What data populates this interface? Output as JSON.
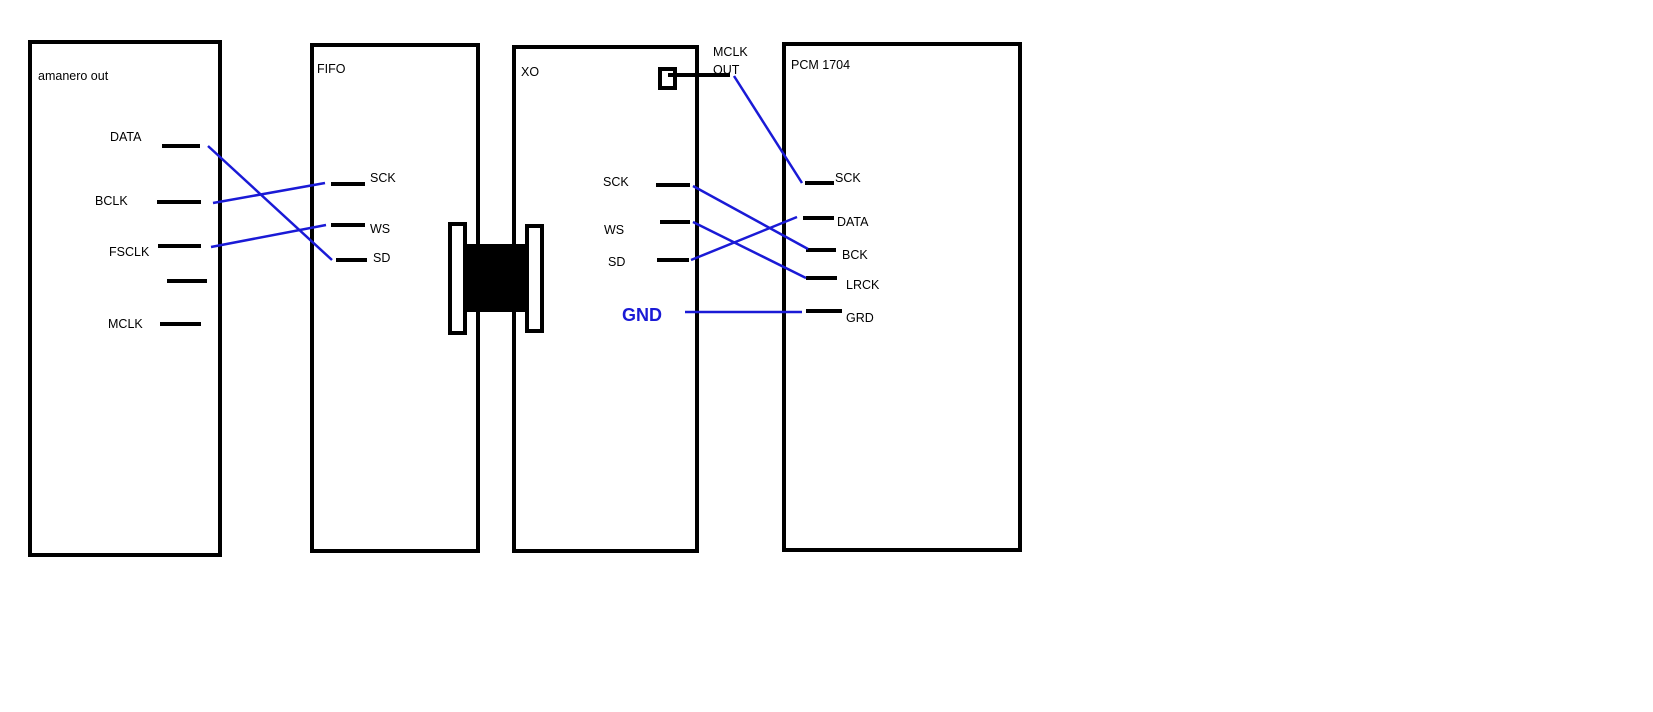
{
  "diagram": {
    "blocks": {
      "amanero": {
        "title": "amanero out",
        "pins": {
          "data": "DATA",
          "bclk": "BCLK",
          "fsclk": "FSCLK",
          "blank": "",
          "mclk": "MCLK"
        }
      },
      "fifo": {
        "title": "FIFO",
        "pins": {
          "sck": "SCK",
          "ws": "WS",
          "sd": "SD"
        }
      },
      "xo": {
        "title": "XO",
        "pins": {
          "sck": "SCK",
          "ws": "WS",
          "sd": "SD"
        },
        "mclk_out_line1": "MCLK",
        "mclk_out_line2": "OUT",
        "gnd_label": "GND"
      },
      "pcm": {
        "title": "PCM 1704",
        "pins": {
          "sck": "SCK",
          "data": "DATA",
          "bck": "BCK",
          "lrck": "LRCK",
          "grd": "GRD"
        }
      }
    },
    "colors": {
      "wire": "#1a1ad6",
      "outline": "#000000",
      "background": "#ffffff"
    }
  }
}
